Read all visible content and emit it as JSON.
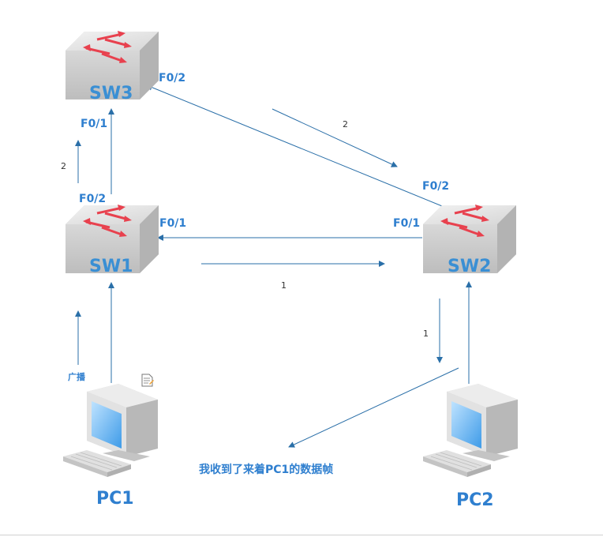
{
  "devices": {
    "sw3": "SW3",
    "sw1": "SW1",
    "sw2": "SW2",
    "pc1": "PC1",
    "pc2": "PC2"
  },
  "ports": {
    "sw3_f02": "F0/2",
    "sw3_f01": "F0/1",
    "sw1_f02": "F0/2",
    "sw1_f01": "F0/1",
    "sw2_f01": "F0/1",
    "sw2_f02": "F0/2"
  },
  "steps": {
    "sw1_to_sw3": "2",
    "sw3_to_sw2": "2",
    "sw1_to_sw2": "1",
    "sw2_to_pc2": "1"
  },
  "notes": {
    "broadcast": "广播",
    "received": "我收到了来着PC1的数据帧"
  },
  "colors": {
    "line": "#2a6fa8",
    "label": "#2f7fcf",
    "switch_arrow": "#e8414e"
  },
  "icons": {
    "switch": "switch-icon",
    "pc": "desktop-computer-icon",
    "doc": "document-icon"
  }
}
